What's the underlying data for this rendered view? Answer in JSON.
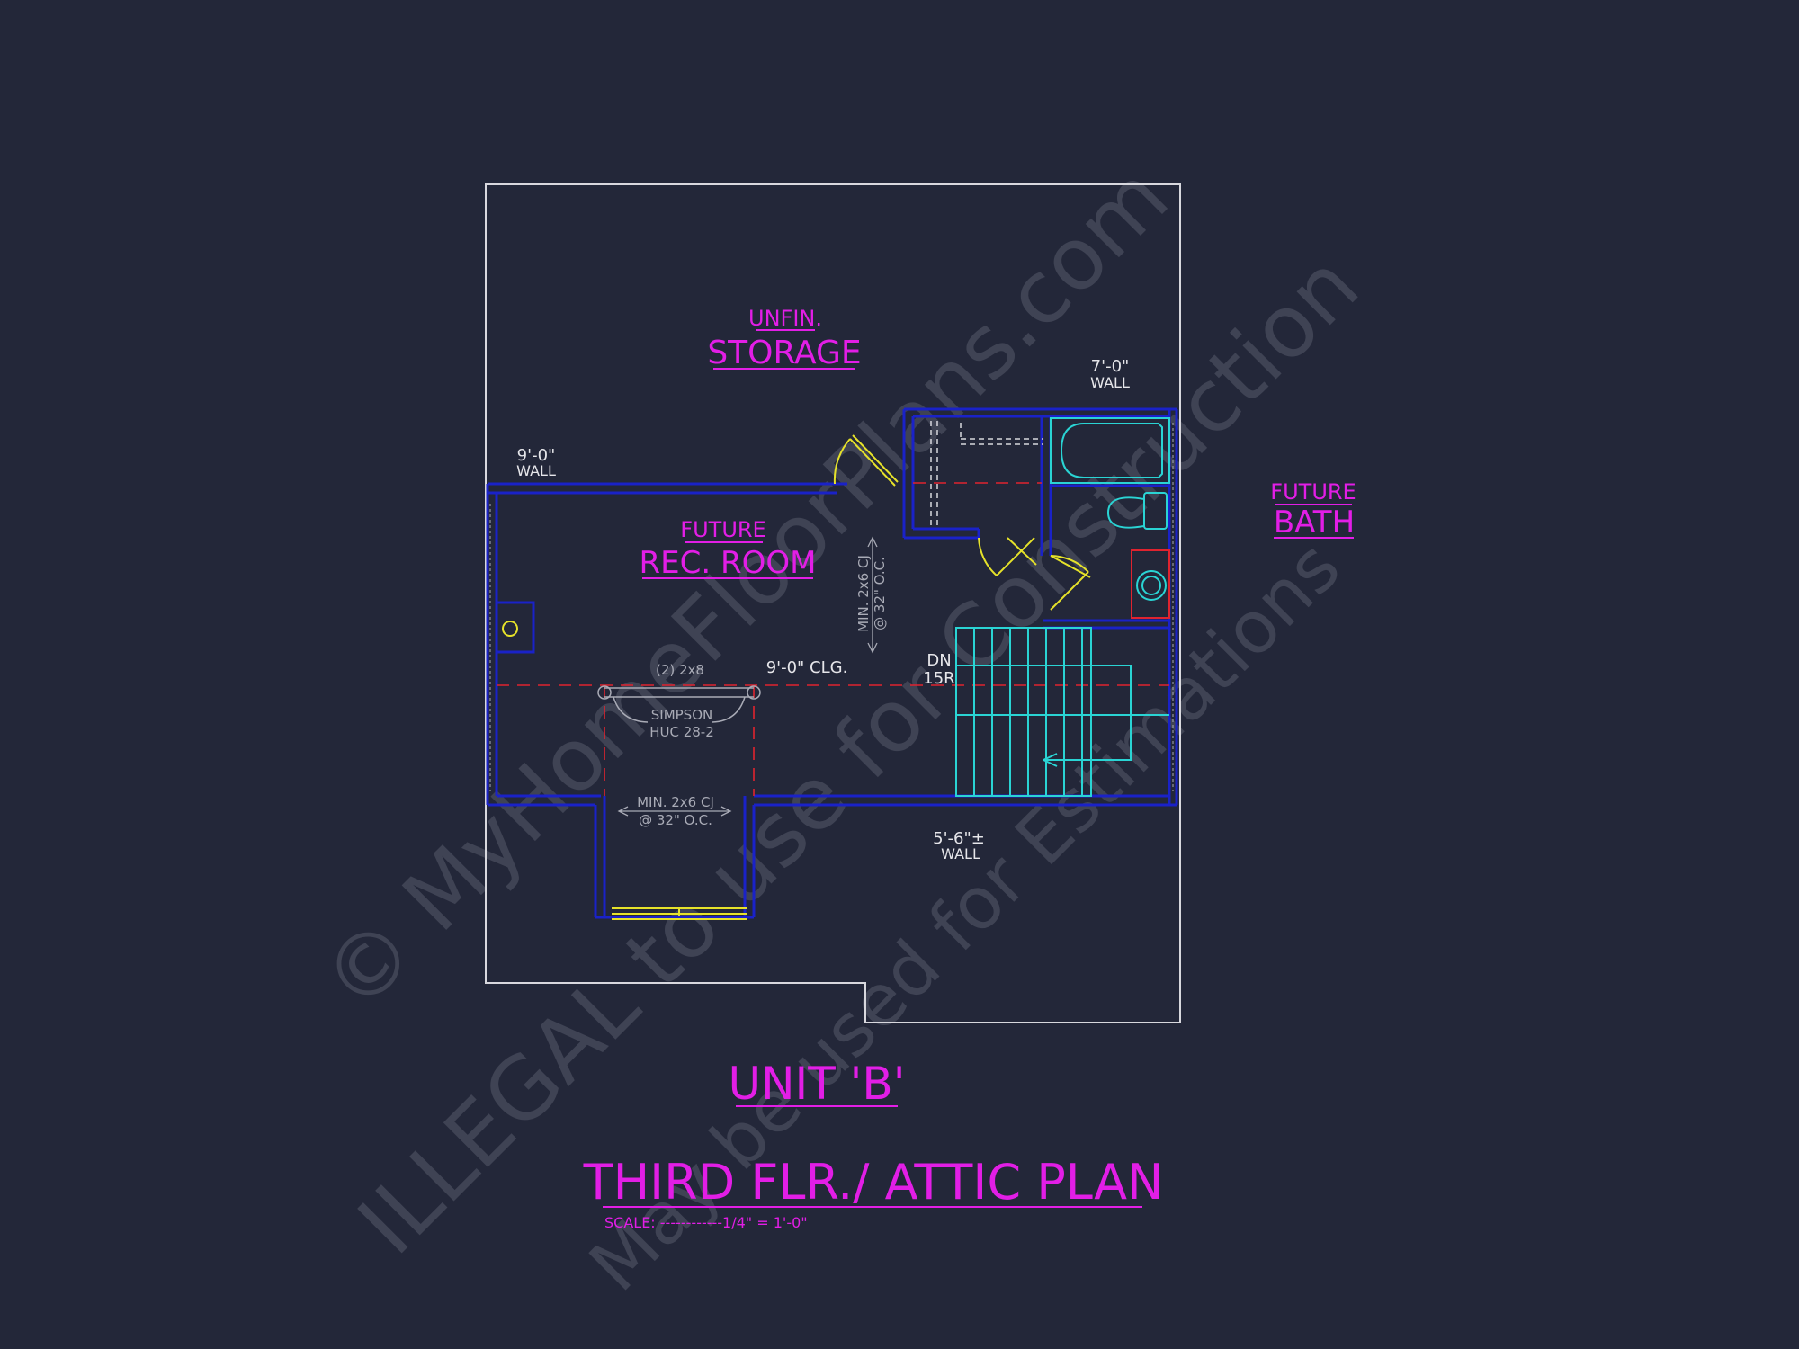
{
  "colors": {
    "background": "#232739",
    "outline": "#d8d8de",
    "wall": "#1a22c8",
    "magenta": "#e21ee6",
    "white_text": "#e6e6ea",
    "gray_text": "#a9abb6",
    "cyan": "#2ad4d4",
    "red": "#e0232f",
    "yellow": "#e6e22a",
    "watermark": "#8a8d9c"
  },
  "labels": {
    "unfin": "UNFIN.",
    "storage": "STORAGE",
    "wall_7": "7'-0\"",
    "wall_7_sub": "WALL",
    "wall_9": "9'-0\"",
    "wall_9_sub": "WALL",
    "future_rec": "FUTURE",
    "rec_room": "REC. ROOM",
    "future_bath": "FUTURE",
    "bath": "BATH",
    "cj_vertical_1": "MIN. 2x6 CJ",
    "cj_vertical_2": "@ 32\" O.C.",
    "two_2x8": "(2) 2x8",
    "clg": "9'-0\" CLG.",
    "dn": "DN",
    "risers": "15R",
    "simpson_1": "SIMPSON",
    "simpson_2": "HUC 28-2",
    "cj_horizontal_1": "MIN. 2x6 CJ",
    "cj_horizontal_2": "@ 32\" O.C.",
    "wall_56": "5'-6\"±",
    "wall_56_sub": "WALL",
    "unit": "UNIT 'B'",
    "plan_title": "THIRD FLR./ ATTIC PLAN",
    "scale": "SCALE: ------------1/4\" = 1'-0\""
  },
  "watermark": {
    "line1": "© MyHomeFloorPlans.com",
    "line2": "ILLEGAL to use for Construction",
    "line3": "May be used for Estimations"
  },
  "icons": {
    "door_swing": "door-swing-icon",
    "bathtub": "bathtub-icon",
    "toilet": "toilet-icon",
    "sink": "sink-icon",
    "post": "post-icon",
    "stair": "stair-icon",
    "window": "window-icon"
  }
}
